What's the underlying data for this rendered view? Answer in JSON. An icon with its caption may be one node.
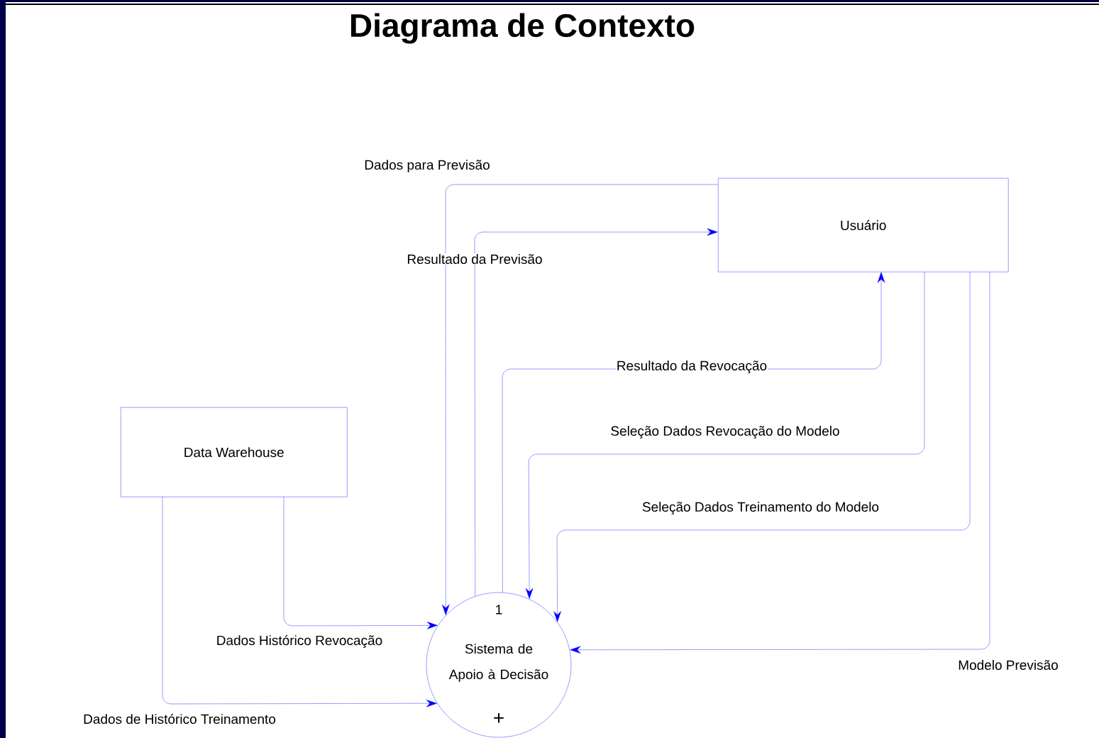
{
  "diagram": {
    "title": "Diagrama de Contexto",
    "nodes": [
      {
        "text": [
          "Usuário"
        ]
      },
      {
        "text": [
          "Data Warehouse"
        ]
      },
      {
        "text": [
          "1",
          "Sistema de Apoio à Decisão",
          "+"
        ]
      }
    ],
    "edges": [
      {
        "from": 0,
        "to": 2,
        "arrow": "to",
        "label": "Dados para Previsão"
      },
      {
        "from": 2,
        "to": 0,
        "arrow": "to",
        "label": "Resultado da Previsão"
      },
      {
        "from": 2,
        "to": 0,
        "arrow": "to",
        "label": "Resultado da Revocação"
      },
      {
        "from": 0,
        "to": 2,
        "arrow": "to",
        "label": "Seleção Dados Revocação do Modelo"
      },
      {
        "from": 0,
        "to": 2,
        "arrow": "to",
        "label": "Seleção Dados Treinamento do Modelo"
      },
      {
        "from": 0,
        "to": 2,
        "arrow": "to",
        "label": "Modelo Previsão"
      },
      {
        "from": 1,
        "to": 2,
        "arrow": "to",
        "label": "Dados Histórico Revocação"
      },
      {
        "from": 1,
        "to": 2,
        "arrow": "to",
        "label": "Dados de Histórico Treinamento"
      }
    ]
  }
}
